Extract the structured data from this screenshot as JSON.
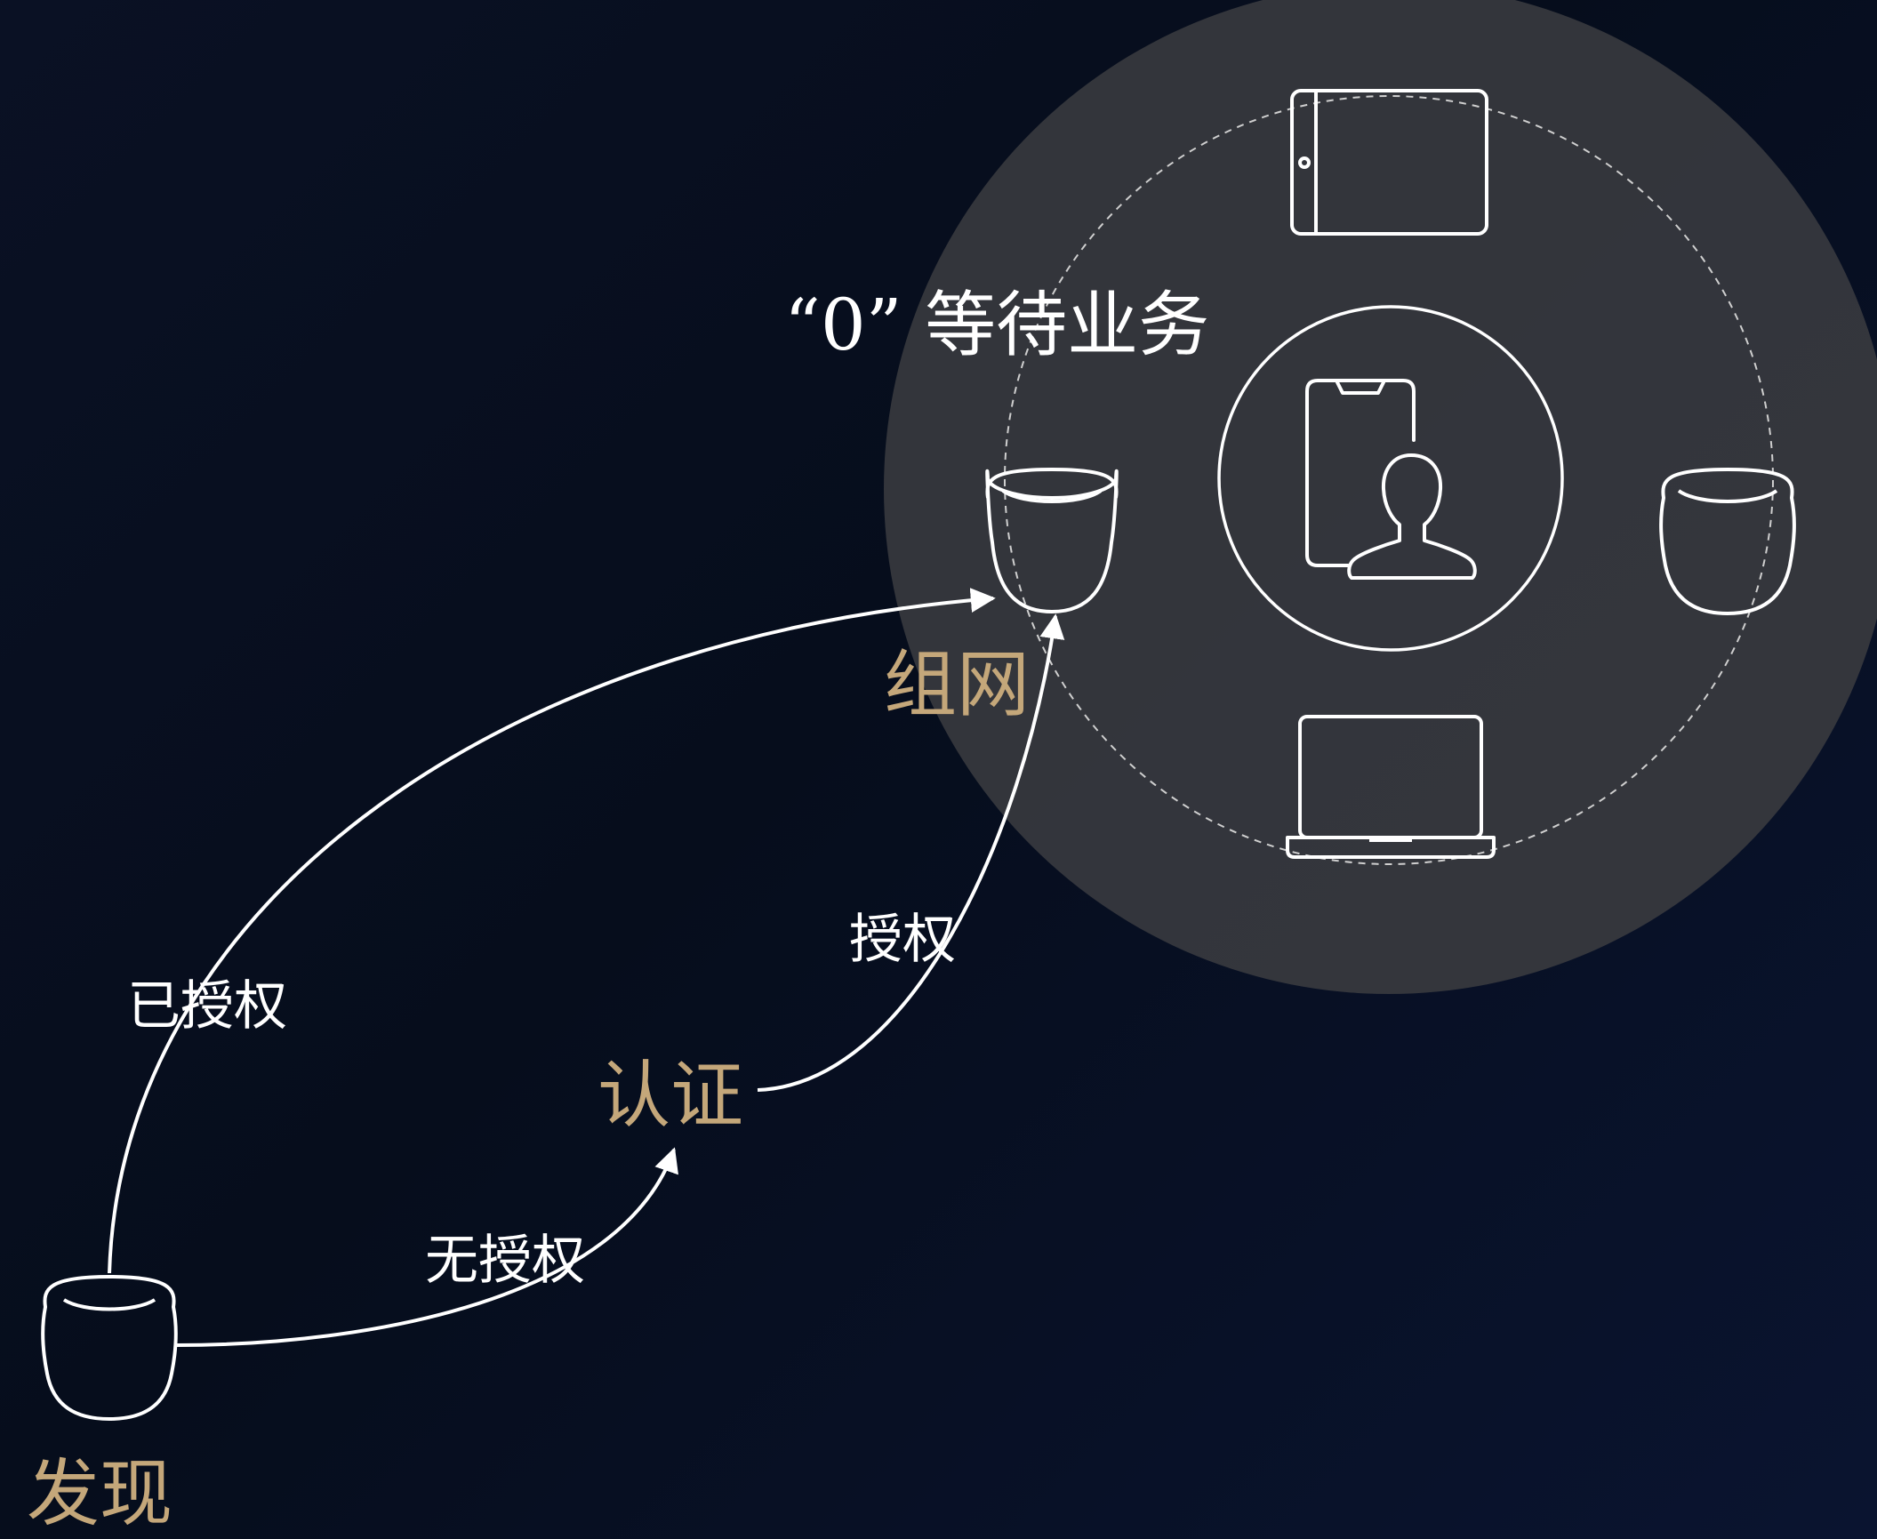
{
  "title": "“0” 等待业务",
  "stages": {
    "discover": "发现",
    "authenticate": "认证",
    "network": "组网"
  },
  "edges": {
    "authorized": "已授权",
    "unauthorized": "无授权",
    "grant": "授权"
  },
  "colors": {
    "background": "#070f20",
    "accent_gold": "#c4a77a",
    "circle_fill": "#3a3b40",
    "line": "#ffffff"
  },
  "icons": [
    "speaker-icon",
    "tablet-icon",
    "phone-user-icon",
    "laptop-icon"
  ]
}
